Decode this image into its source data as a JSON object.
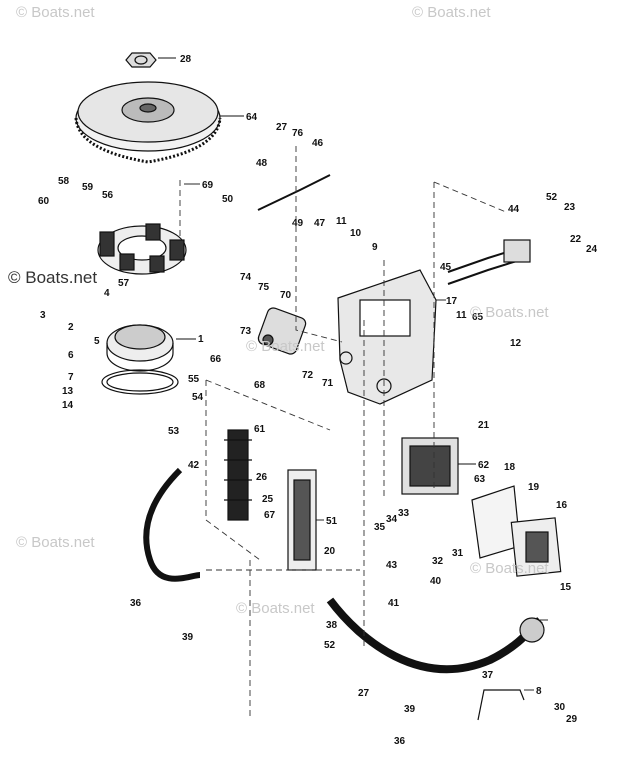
{
  "watermarks": {
    "top_left": "© Boats.net",
    "top_right": "© Boats.net",
    "mid_left": "© Boats.net",
    "mid_mid": "© Boats.net",
    "mid_right": "© Boats.net",
    "low_left": "© Boats.net",
    "low_mid": "© Boats.net",
    "low_right": "© Boats.net"
  },
  "callouts": [
    "28",
    "64",
    "27",
    "76",
    "46",
    "48",
    "69",
    "58",
    "59",
    "56",
    "60",
    "50",
    "49",
    "47",
    "11",
    "10",
    "9",
    "52",
    "44",
    "23",
    "22",
    "24",
    "45",
    "17",
    "74",
    "75",
    "70",
    "73",
    "4",
    "3",
    "2",
    "6",
    "5",
    "1",
    "7",
    "13",
    "14",
    "55",
    "54",
    "53",
    "66",
    "68",
    "72",
    "71",
    "11",
    "65",
    "12",
    "61",
    "42",
    "26",
    "25",
    "67",
    "51",
    "21",
    "62",
    "63",
    "18",
    "19",
    "16",
    "33",
    "34",
    "35",
    "32",
    "31",
    "15",
    "20",
    "43",
    "40",
    "41",
    "38",
    "36",
    "39",
    "52",
    "27",
    "37",
    "8",
    "30",
    "29",
    "39",
    "36",
    "57"
  ],
  "colors": {
    "ink": "#111111",
    "dash": "#333333",
    "watermark": "#c8c8c8"
  }
}
